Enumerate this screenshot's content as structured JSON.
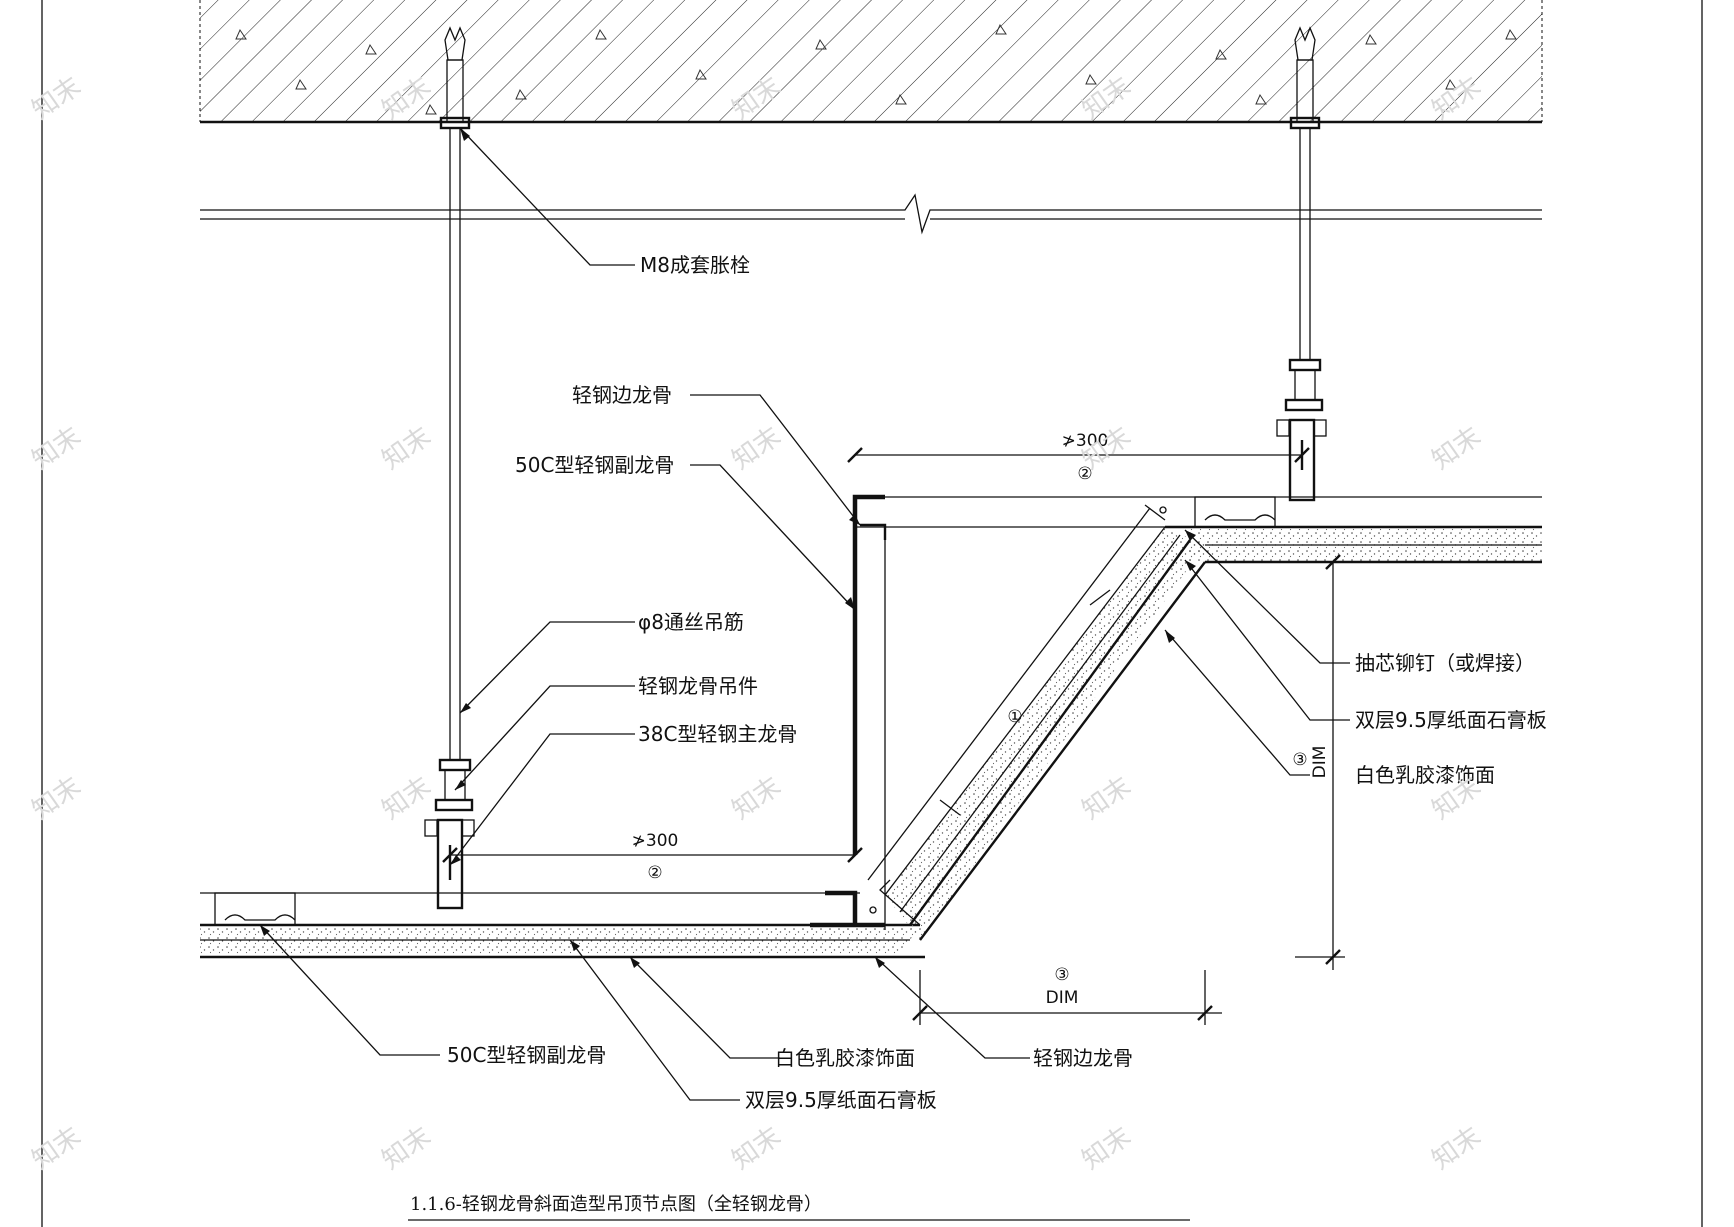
{
  "title": "1.1.6-轻钢龙骨斜面造型吊顶节点图（全轻钢龙骨）",
  "watermark": "知末",
  "labels": {
    "anchor_bolt": "M8成套胀栓",
    "edge_keel_top": "轻钢边龙骨",
    "sub_keel_top": "50C型轻钢副龙骨",
    "rod": "φ8通丝吊筋",
    "hanger": "轻钢龙骨吊件",
    "main_keel": "38C型轻钢主龙骨",
    "rivet": "抽芯铆钉（或焊接）",
    "gypsum_right": "双层9.5厚纸面石膏板",
    "paint_right": "白色乳胶漆饰面",
    "sub_keel_bottom": "50C型轻钢副龙骨",
    "paint_bottom": "白色乳胶漆饰面",
    "edge_keel_bottom": "轻钢边龙骨",
    "gypsum_bottom": "双层9.5厚纸面石膏板"
  },
  "dimensions": {
    "top_spacing": "≯300",
    "bottom_spacing": "≯300",
    "mark_2": "②",
    "mark_1": "①",
    "mark_3": "③",
    "dim_text": "DIM"
  }
}
